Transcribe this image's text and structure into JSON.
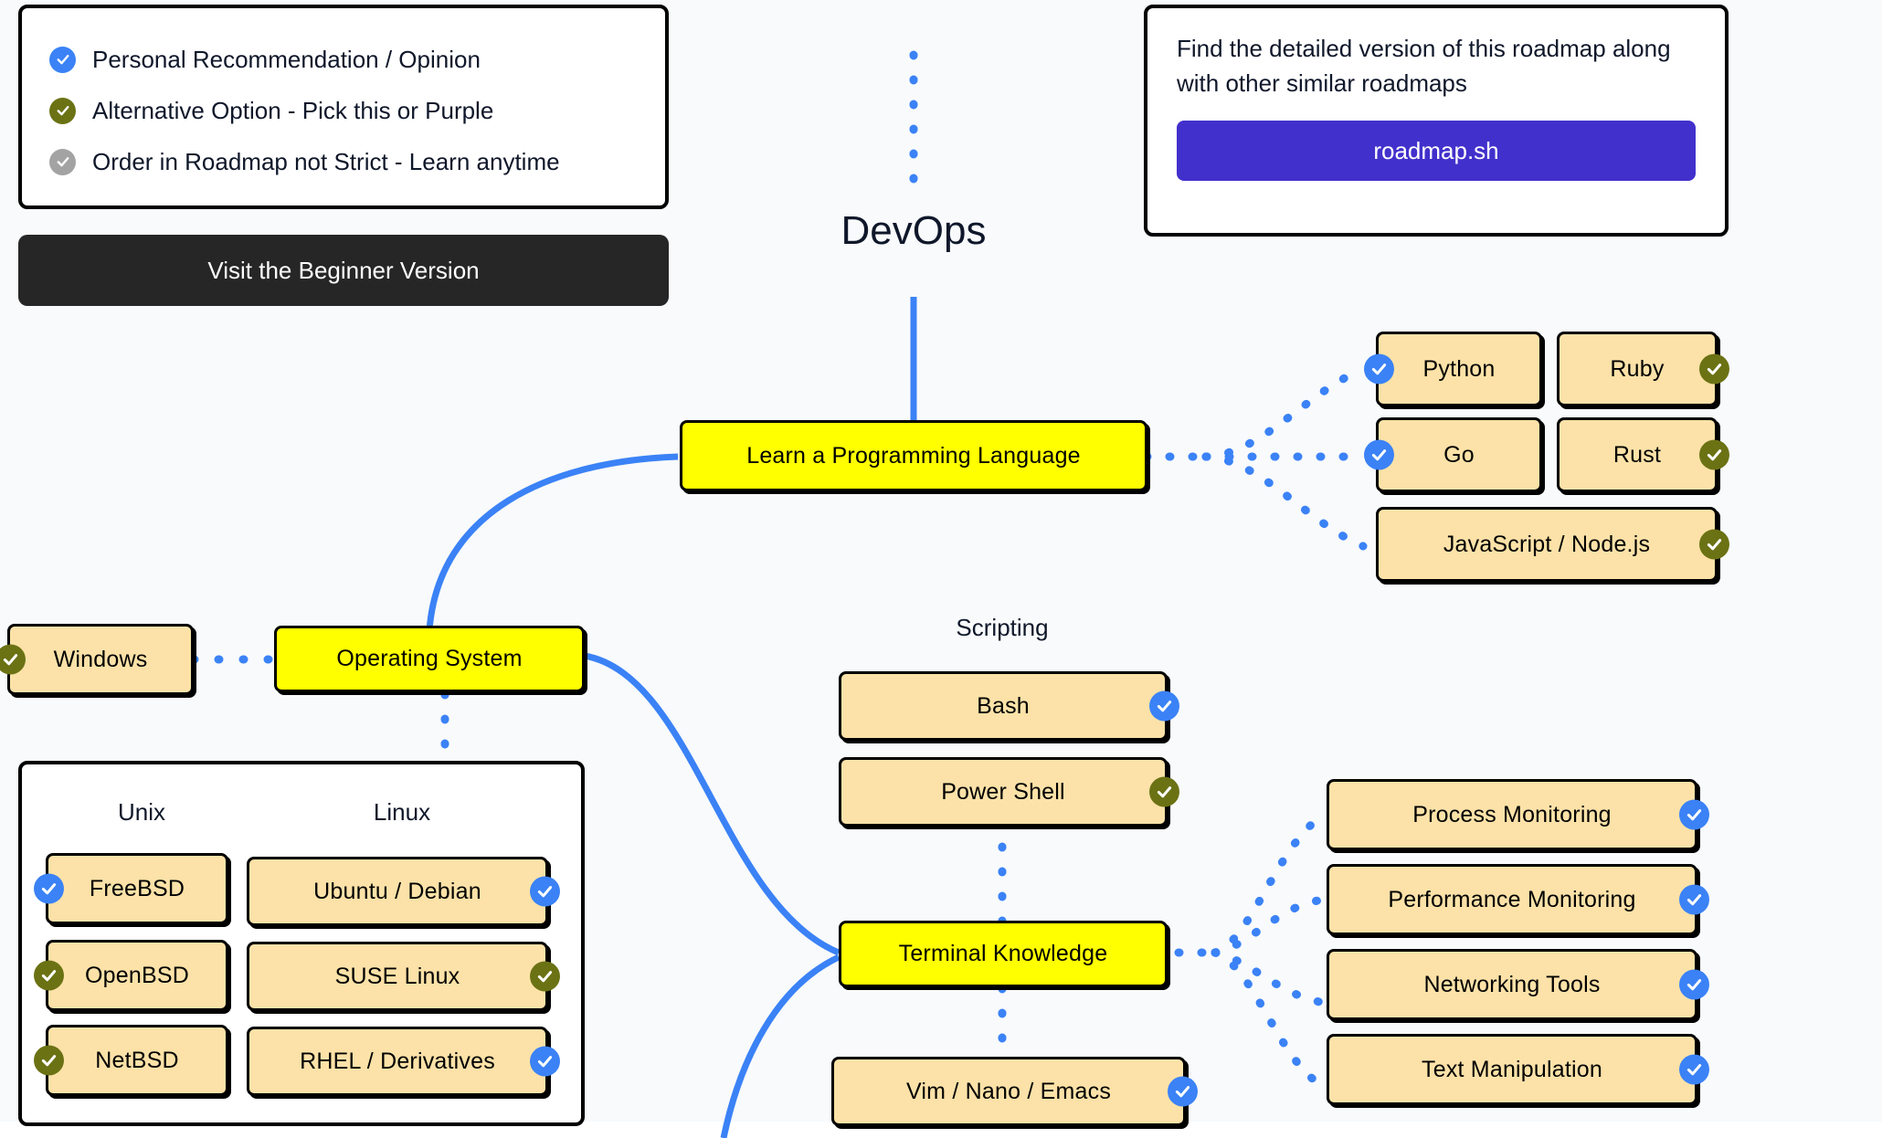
{
  "legend": {
    "items": [
      {
        "label": "Personal Recommendation / Opinion",
        "color": "#3b82f6",
        "icon": "check-circle-icon"
      },
      {
        "label": "Alternative Option - Pick this or Purple",
        "color": "#6b7214",
        "icon": "check-circle-icon"
      },
      {
        "label": "Order in Roadmap not Strict - Learn anytime",
        "color": "#a3a3a3",
        "icon": "check-circle-icon"
      }
    ]
  },
  "beginner_button": {
    "label": "Visit the Beginner Version"
  },
  "info_card": {
    "text": "Find the detailed version of this roadmap along with other similar roadmaps",
    "button_label": "roadmap.sh",
    "button_color": "#4230cc"
  },
  "root": {
    "title": "DevOps"
  },
  "nodes": {
    "programming_language": {
      "label": "Learn a Programming Language"
    },
    "operating_system": {
      "label": "Operating System"
    },
    "terminal_knowledge": {
      "label": "Terminal Knowledge"
    }
  },
  "labels": {
    "scripting": "Scripting",
    "unix": "Unix",
    "linux": "Linux"
  },
  "languages": [
    {
      "label": "Python",
      "badge": "blue",
      "badge_side": "left"
    },
    {
      "label": "Ruby",
      "badge": "olive",
      "badge_side": "right"
    },
    {
      "label": "Go",
      "badge": "blue",
      "badge_side": "left"
    },
    {
      "label": "Rust",
      "badge": "olive",
      "badge_side": "right"
    },
    {
      "label": "JavaScript / Node.js",
      "badge": "olive",
      "badge_side": "right"
    }
  ],
  "os_children": [
    {
      "label": "Windows",
      "badge": "olive",
      "badge_side": "left"
    }
  ],
  "unix_items": [
    {
      "label": "FreeBSD",
      "badge": "blue",
      "badge_side": "left"
    },
    {
      "label": "OpenBSD",
      "badge": "olive",
      "badge_side": "left"
    },
    {
      "label": "NetBSD",
      "badge": "olive",
      "badge_side": "left"
    }
  ],
  "linux_items": [
    {
      "label": "Ubuntu / Debian",
      "badge": "blue",
      "badge_side": "right"
    },
    {
      "label": "SUSE Linux",
      "badge": "olive",
      "badge_side": "right"
    },
    {
      "label": "RHEL / Derivatives",
      "badge": "blue",
      "badge_side": "right"
    }
  ],
  "scripting_items": [
    {
      "label": "Bash",
      "badge": "blue",
      "badge_side": "right"
    },
    {
      "label": "Power Shell",
      "badge": "olive",
      "badge_side": "right"
    }
  ],
  "editor_items": [
    {
      "label": "Vim / Nano / Emacs",
      "badge": "blue",
      "badge_side": "right"
    }
  ],
  "terminal_tools": [
    {
      "label": "Process Monitoring",
      "badge": "blue",
      "badge_side": "right"
    },
    {
      "label": "Performance Monitoring",
      "badge": "blue",
      "badge_side": "right"
    },
    {
      "label": "Networking Tools",
      "badge": "blue",
      "badge_side": "right"
    },
    {
      "label": "Text Manipulation",
      "badge": "blue",
      "badge_side": "right"
    }
  ],
  "colors": {
    "background": "#f8fafc",
    "primary_node": "#ffff00",
    "secondary_node": "#fce2a8",
    "edge": "#3b82f6",
    "outline": "#000000"
  }
}
